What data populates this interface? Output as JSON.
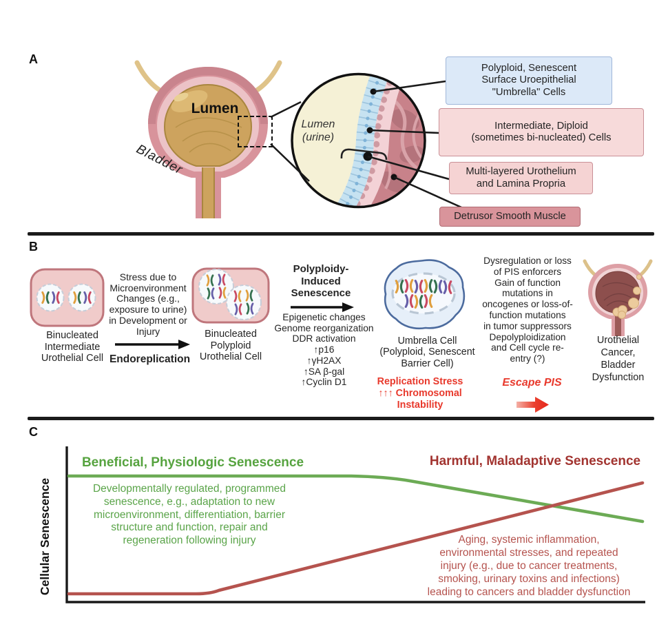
{
  "panels": {
    "a": {
      "label": "A",
      "bladder": {
        "lumen_label": "Lumen",
        "organ_label": "Bladder"
      },
      "inset": {
        "lumen_label": "Lumen\n(urine)"
      },
      "callouts": [
        {
          "text": "Polyploid, Senescent\nSurface Uroepithelial\n\"Umbrella\" Cells"
        },
        {
          "text": "Intermediate, Diploid\n(sometimes bi-nucleated) Cells"
        },
        {
          "text": "Multi-layered Urothelium\nand Lamina Propria"
        },
        {
          "text": "Detrusor Smooth Muscle"
        }
      ]
    },
    "b": {
      "label": "B",
      "cell1_label": "Binucleated\nIntermediate\nUrothelial Cell",
      "step1_text": "Stress due to\nMicroenvironment\nChanges (e.g.,\nexposure to urine)\nin Development or\nInjury",
      "step1_process": "Endoreplication",
      "cell2_label": "Binucleated\nPolyploid\nUrothelial Cell",
      "step2_title": "Polyploidy-\nInduced\nSenescence",
      "step2_markers": "Epigenetic changes\nGenome reorganization\nDDR activation\n↑p16\n↑γH2AX\n↑SA β-gal\n↑Cyclin D1",
      "umbrella_label": "Umbrella Cell\n(Polyploid, Senescent\nBarrier Cell)",
      "umbrella_warning": "Replication Stress\n↑↑↑ Chromosomal\nInstability",
      "step3_text": "Dysregulation or loss\nof PIS enforcers\nGain of function\nmutations in\noncogenes or loss-of-\nfunction mutations\nin tumor suppressors\nDepolyploidization\nand Cell cycle re-\nentry (?)",
      "step3_process": "Escape PIS",
      "outcome_label": "Urothelial\nCancer,\nBladder\nDysfunction"
    },
    "c": {
      "label": "C",
      "y_axis_label": "Cellular Senescence",
      "green_title": "Beneficial, Physiologic Senescence",
      "green_text": "Developmentally regulated, programmed\nsenescence, e.g., adaptation to new\nmicroenvironment, differentiation, barrier\nstructure and function, repair and\nregeneration following injury",
      "red_title": "Harmful, Maladaptive Senescence",
      "red_text": "Aging, systemic inflammation,\nenvironmental stresses, and repeated\ninjury (e.g., due to cancer treatments,\nsmoking, urinary toxins and infections)\nleading to cancers and bladder dysfunction"
    }
  },
  "colors": {
    "green_accent": "#56a33f",
    "green_line": "#6cab55",
    "red_line": "#b5534e",
    "dark_red_title": "#a23430",
    "bright_red": "#e8392c",
    "callout_blue": "#dce9f8",
    "callout_pink": "#f7dada",
    "callout_dark_pink": "#d9949b",
    "bladder_wall_pink": "#d8939b",
    "urine_tan": "#cda35e"
  },
  "chart_data": {
    "type": "line",
    "title": "",
    "xlabel": "",
    "ylabel": "Cellular Senescence",
    "x_range_pct": [
      0,
      100
    ],
    "y_range_pct": [
      0,
      100
    ],
    "grid": false,
    "legend_position": "inline-annotations",
    "series": [
      {
        "name": "Beneficial, Physiologic Senescence",
        "color": "#6cab55",
        "points_pct": [
          [
            0,
            81
          ],
          [
            50,
            81
          ],
          [
            100,
            51
          ]
        ]
      },
      {
        "name": "Harmful, Maladaptive Senescence",
        "color": "#b5534e",
        "points_pct": [
          [
            0,
            5
          ],
          [
            23,
            5
          ],
          [
            100,
            77
          ]
        ]
      }
    ],
    "annotations": [
      "Developmentally regulated, programmed senescence, e.g., adaptation to new microenvironment, differentiation, barrier structure and function, repair and regeneration following injury",
      "Aging, systemic inflammation, environmental stresses, and repeated injury (e.g., due to cancer treatments, smoking, urinary toxins and infections) leading to cancers and bladder dysfunction"
    ]
  }
}
